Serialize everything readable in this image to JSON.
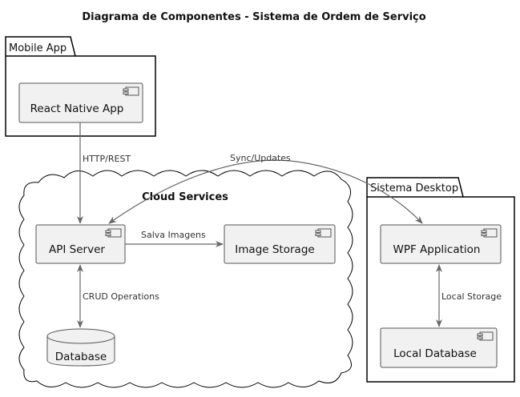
{
  "title": "Diagrama de Componentes - Sistema de Ordem de Serviço",
  "packages": {
    "mobile": {
      "label": "Mobile App"
    },
    "desktop": {
      "label": "Sistema Desktop"
    },
    "cloud": {
      "label": "Cloud Services"
    }
  },
  "components": {
    "react_native_app": "React Native App",
    "api_server": "API Server",
    "image_storage": "Image Storage",
    "database": "Database",
    "wpf_application": "WPF Application",
    "local_database": "Local Database"
  },
  "edges": {
    "http_rest": "HTTP/REST",
    "sync_updates": "Sync/Updates",
    "salva_imagens": "Salva Imagens",
    "crud_operations": "CRUD Operations",
    "local_storage": "Local Storage"
  },
  "icons": {
    "component": "component-icon",
    "database": "database-cylinder-icon"
  }
}
